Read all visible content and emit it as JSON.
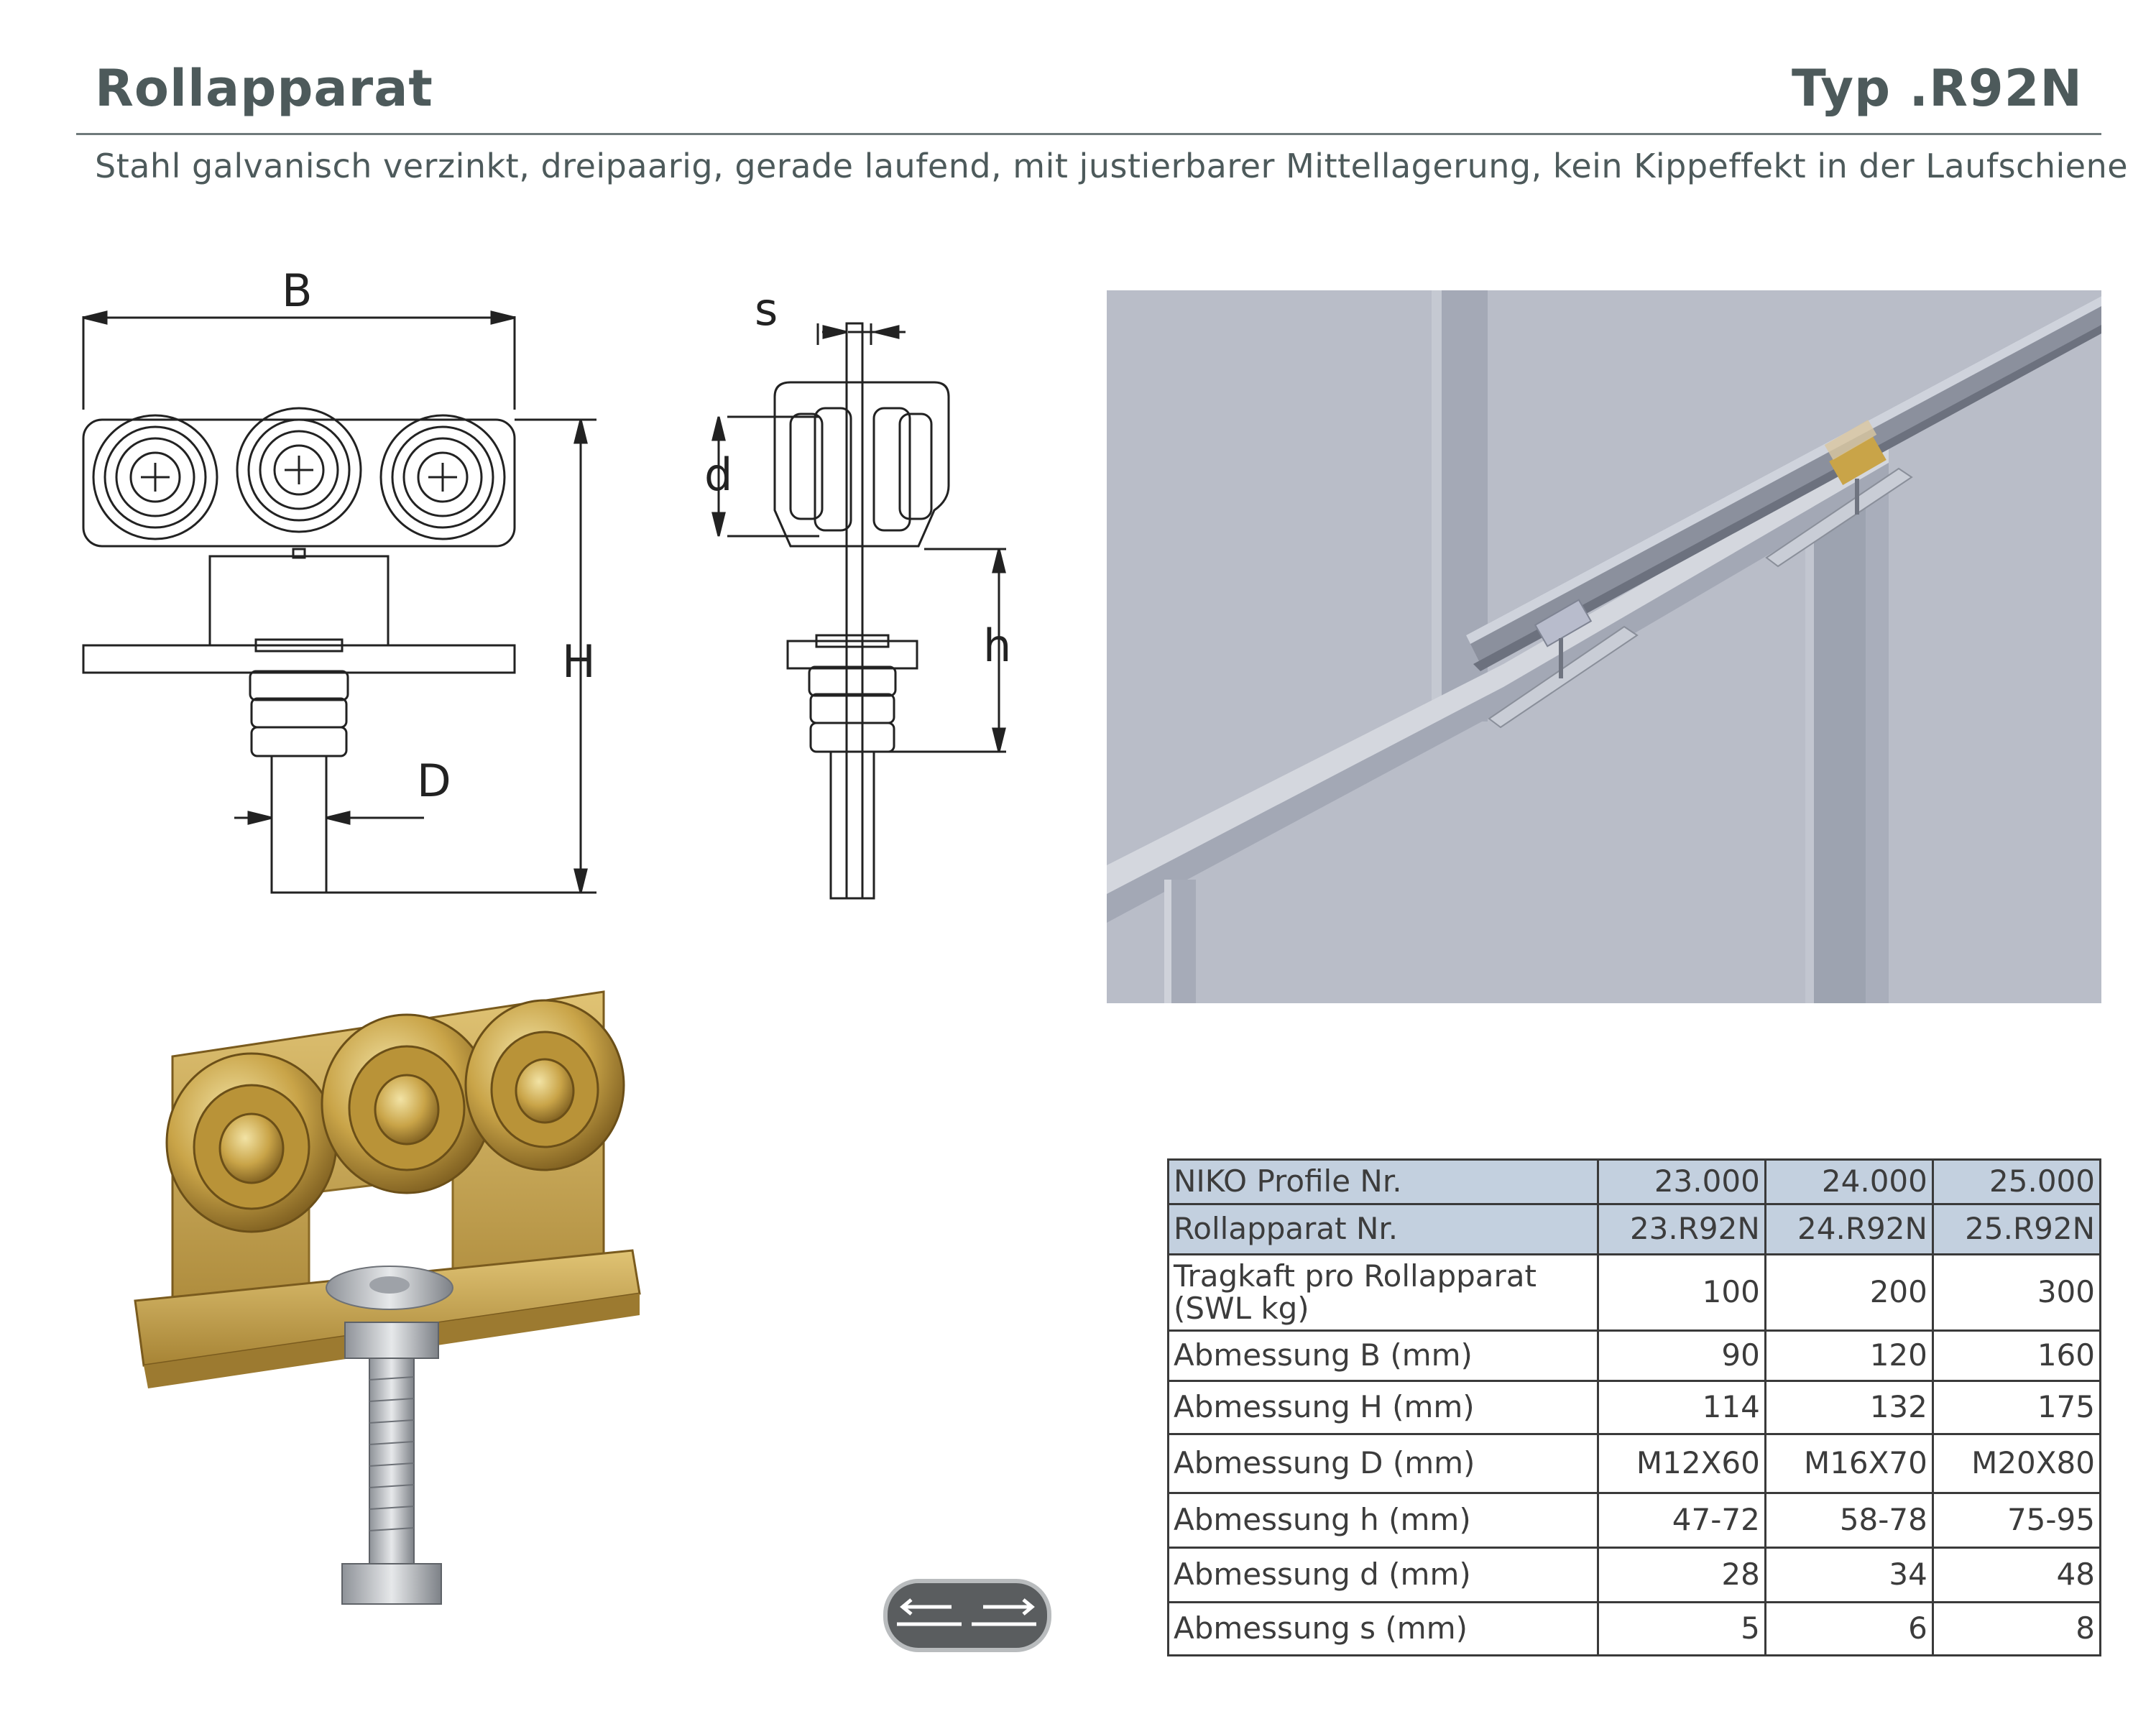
{
  "header": {
    "title": "Rollapparat",
    "type": "Typ .R92N",
    "subtitle": "Stahl galvanisch verzinkt, dreipaarig, gerade laufend, mit justierbarer Mittellagerung, kein Kippeffekt in der Laufschiene"
  },
  "drawing": {
    "front_labels": {
      "B": "B",
      "H": "H",
      "D": "D"
    },
    "side_labels": {
      "s": "s",
      "d": "d",
      "h": "h"
    }
  },
  "colors": {
    "text": "#4d5a5b",
    "table_header": "#c3d0df",
    "rendering_background": "#b9bdc8",
    "roller_brass": "#c9a448"
  },
  "icons": [
    "sliding-direction-icon"
  ],
  "table": {
    "rows": [
      {
        "label": "NIKO Profile Nr.",
        "values": [
          "23.000",
          "24.000",
          "25.000"
        ],
        "header": true
      },
      {
        "label": "Rollapparat Nr.",
        "values": [
          "23.R92N",
          "24.R92N",
          "25.R92N"
        ],
        "header": true
      },
      {
        "label": "Tragkaft pro Rollapparat",
        "label2": "(SWL kg)",
        "values": [
          "100",
          "200",
          "300"
        ]
      },
      {
        "label": "Abmessung B (mm)",
        "values": [
          "90",
          "120",
          "160"
        ]
      },
      {
        "label": "Abmessung H (mm)",
        "values": [
          "114",
          "132",
          "175"
        ]
      },
      {
        "label": "Abmessung D (mm)",
        "values": [
          "M12X60",
          "M16X70",
          "M20X80"
        ]
      },
      {
        "label": "Abmessung h (mm)",
        "values": [
          "47-72",
          "58-78",
          "75-95"
        ]
      },
      {
        "label": "Abmessung d (mm)",
        "values": [
          "28",
          "34",
          "48"
        ]
      },
      {
        "label": "Abmessung s (mm)",
        "values": [
          "5",
          "6",
          "8"
        ]
      }
    ]
  }
}
